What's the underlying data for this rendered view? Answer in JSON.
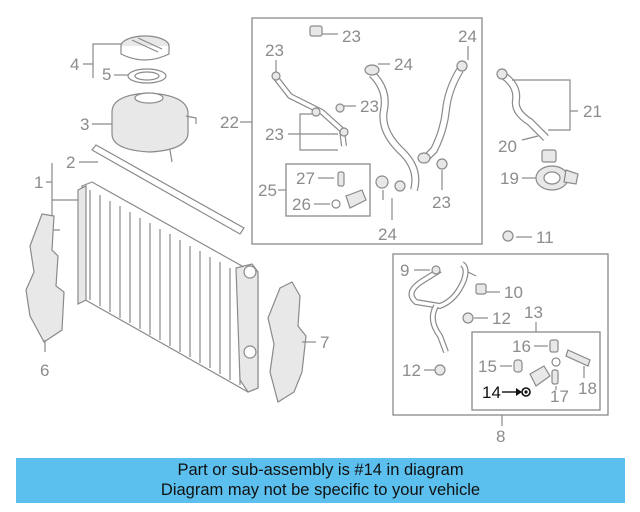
{
  "callouts": {
    "c1": "1",
    "c2": "2",
    "c3": "3",
    "c4": "4",
    "c5": "5",
    "c6": "6",
    "c7": "7",
    "c8": "8",
    "c9": "9",
    "c10": "10",
    "c11": "11",
    "c12a": "12",
    "c12b": "12",
    "c13": "13",
    "c14": "14",
    "c15": "15",
    "c16": "16",
    "c17": "17",
    "c18": "18",
    "c19": "19",
    "c20": "20",
    "c21": "21",
    "c22": "22",
    "c23a": "23",
    "c23b": "23",
    "c23c": "23",
    "c23d": "23",
    "c23e": "23",
    "c24a": "24",
    "c24b": "24",
    "c24c": "24",
    "c25": "25",
    "c26": "26",
    "c27": "27"
  },
  "highlight_part": "14",
  "banner": {
    "line1": "Part or sub-assembly is #14 in diagram",
    "line2": "Diagram may not be specific to your vehicle",
    "background": "#5bc0ee"
  }
}
